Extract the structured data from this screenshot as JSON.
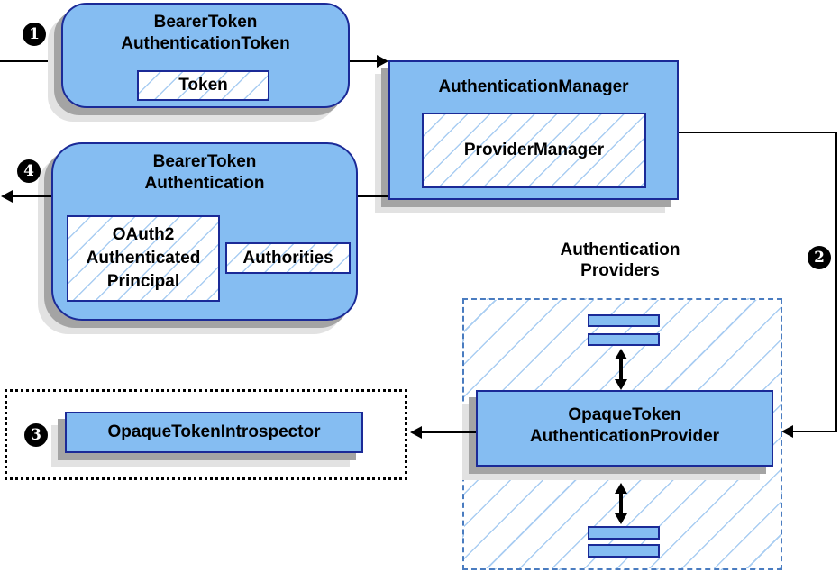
{
  "badges": {
    "step1": "1",
    "step2": "2",
    "step3": "3",
    "step4": "4"
  },
  "nodes": {
    "bearerTokenAuthenticationToken": {
      "title1": "BearerToken",
      "title2": "AuthenticationToken",
      "token": "Token"
    },
    "authenticationManager": {
      "title": "AuthenticationManager",
      "provider": "ProviderManager"
    },
    "bearerTokenAuthentication": {
      "title1": "BearerToken",
      "title2": "Authentication",
      "principal1": "OAuth2",
      "principal2": "Authenticated",
      "principal3": "Principal",
      "authorities": "Authorities"
    },
    "introspector": {
      "label": "OpaqueTokenIntrospector"
    },
    "providersArea": {
      "title1": "Authentication",
      "title2": "Providers"
    },
    "opaqueTokenAuthenticationProvider": {
      "title1": "OpaqueToken",
      "title2": "AuthenticationProvider"
    }
  },
  "colors": {
    "nodeFill": "#85BDF2",
    "nodeBorder": "#1B2A97",
    "hatchLine": "#A9CDF2",
    "shadowDark": "#A4A4A4",
    "shadowLight": "#E2E2E2",
    "providersBorder": "#4A7CC0",
    "arrow": "#000000"
  }
}
